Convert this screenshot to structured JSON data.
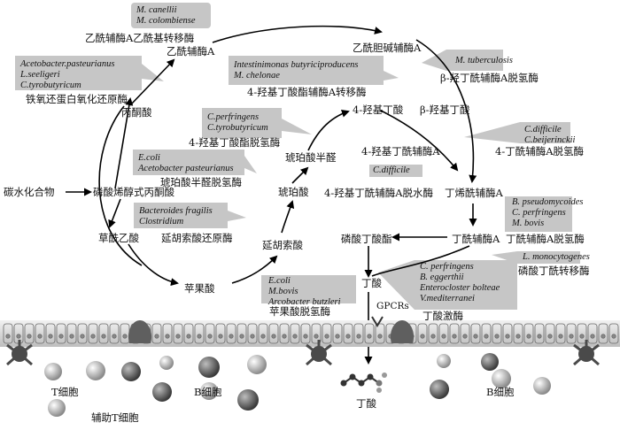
{
  "metabolites": {
    "carbohydrate": "碳水化合物",
    "pep": "磷酸烯醇式丙酮酸",
    "lactate": "丙酮酸",
    "acetylcoa": "乙酰辅酶A",
    "acetoacetylcoa": "乙酰胆碱辅酶A",
    "hydroxybutyryl": "β-羟丁酰辅酶A",
    "hydroxybutyrate": "4-羟基丁酸",
    "hydroxybutyrate2": "β-羟基丁酸",
    "hydroxybutyrylcoa": "4-羟基丁酰辅酶A",
    "crotonylcoa": "丁烯酰辅酶A",
    "butyrylcoa": "丁酰辅酶A",
    "butyrylphosphate": "磷酸丁酸酯",
    "butyrate": "丁酸",
    "butyrate_bottom": "丁酸",
    "succinic_semialdehyde": "琥珀酸半醛",
    "succinate": "琥珀酸",
    "fumarate": "延胡索酸",
    "malate": "苹果酸",
    "oxaloacetate": "草酰乙酸"
  },
  "enzymes": {
    "acetyltransferase": "乙酰辅酶A乙酰基转移酶",
    "pfor": "铁氧还蛋白氧化还原酶",
    "hbd": "β-羟丁酰辅酶A脱氢酶",
    "transferase4": "4-羟基丁酸酯辅酶A转移酶",
    "dehydrogenase4": "4-羟基丁酸酯脱氢酶",
    "hbdh": "4-丁酰辅酶A脱氢酶",
    "dehydratase": "4-羟基丁酰辅酶A脱水酶",
    "ssa_dh": "琥珀酸半醛脱氢酶",
    "fumarate_reductase": "延胡索酸还原酶",
    "butyrylcoa_dh": "丁酰辅酶A脱氢酶",
    "ptb": "磷酸丁酰转移酶",
    "buk": "丁酸激酶",
    "malate_dh": "苹果酸脱氢酶"
  },
  "organisms": {
    "canellii": [
      "M. canellii",
      "M. colombiense"
    ],
    "acetobacter": [
      "Acetobacter.pasteurianus",
      "L.seeligeri",
      "C.tyrobutyricum"
    ],
    "tuberculosis": [
      "M. tuberculosis"
    ],
    "intestinimonas": [
      "Intestinimonas butyriciproducens",
      "M. chelonae"
    ],
    "perfringens1": [
      "C.perfringens",
      "C.tyrobutyricum"
    ],
    "difficile1": [
      "C.difficile",
      "C.beijerinckii"
    ],
    "ecoli1": [
      "E.coli",
      "Acetobacter pasteurianus"
    ],
    "difficile2": [
      "C.difficile"
    ],
    "bacteroides": [
      "Bacteroides fragilis",
      "Clostridium"
    ],
    "pseudomycoides": [
      "B. pseudomycoides",
      "C. perfringens",
      "M. bovis"
    ],
    "monocytogenes": [
      "L. monocytogenes"
    ],
    "perfringens2": [
      "C. perfringens",
      "B. eggerthii",
      "Enterocloster bolteae",
      "V.mediterranei"
    ],
    "ecoli2": [
      "E.coli",
      "M.bovis",
      "Arcobacter butzleri"
    ]
  },
  "cells": {
    "gpcr": "GPCRs",
    "tcell": "T细胞",
    "bcell1": "B细胞",
    "bcell2": "B细胞",
    "helper": "辅助T细胞"
  }
}
